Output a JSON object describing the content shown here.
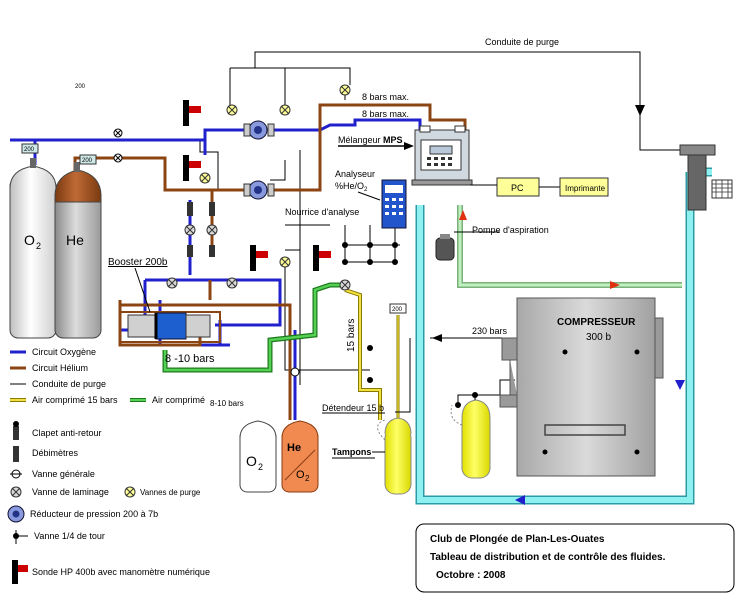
{
  "diagram": {
    "page_number": "200",
    "labels": {
      "purge_line": "Conduite de purge",
      "max_8_bars_1": "8 bars max.",
      "max_8_bars_2": "8 bars max.",
      "mixer_prefix": "Mélangeur ",
      "mixer_brand": "MPS",
      "analyser_line1": "Analyseur",
      "analyser_line2": "%He/O",
      "analyser_sub": "2",
      "analysis_manifold": "Nourrice d'analyse",
      "pc": "PC",
      "printer": "Imprimante",
      "suction_pump": "Pompe d'aspiration",
      "booster": "Booster 200b",
      "range_8_10": "8 -10 bars",
      "bars_15": "15 bars",
      "bars_230": "230 bars",
      "pressure_200": "200",
      "regulator_15": "Détendeur 15 b",
      "buffers": "Tampons",
      "compressor_title": "COMPRESSEUR",
      "compressor_capacity": "300 b"
    },
    "cylinders": {
      "o2_big": "O",
      "o2_big_sub": "2",
      "he_big": "He",
      "o2_small": "O",
      "o2_small_sub": "2",
      "heo2_he": "He",
      "heo2_o": "O",
      "heo2_sub": "2"
    },
    "gauges": {
      "g1": "200",
      "g2": "200"
    },
    "legend": {
      "oxygen": "Circuit Oxygène",
      "helium": "Circuit Hélium",
      "purge": "Conduite de purge",
      "air15": "Air comprimé 15 bars",
      "air810_label": "Air comprimé",
      "air810_value": "8-10 bars",
      "check_valve": "Clapet anti-retour",
      "flowmeters": "Débimètres",
      "main_valve": "Vanne générale",
      "throttle_valve": "Vanne de laminage",
      "purge_valves": "Vannes de purge",
      "reducer": "Réducteur de pression 200 à 7b",
      "quarter_valve": "Vanne 1/4 de tour",
      "hp_probe": "Sonde HP 400b avec manomètre numérique"
    },
    "info_box": {
      "club": "Club de Plongée de Plan-Les-Ouates",
      "subtitle": "Tableau de distribution et de contrôle des fluides.",
      "date": "Octobre : 2008"
    },
    "colors": {
      "oxygen": "#2020cc",
      "helium": "#8b4513",
      "purge": "#000000",
      "air15": "#c8b400",
      "air810": "#22a822",
      "air_return": "#7fe0e0",
      "yellow_tank": "#ffff33",
      "orange_tank": "#f08a50",
      "he_tank": "#a0522d"
    }
  }
}
